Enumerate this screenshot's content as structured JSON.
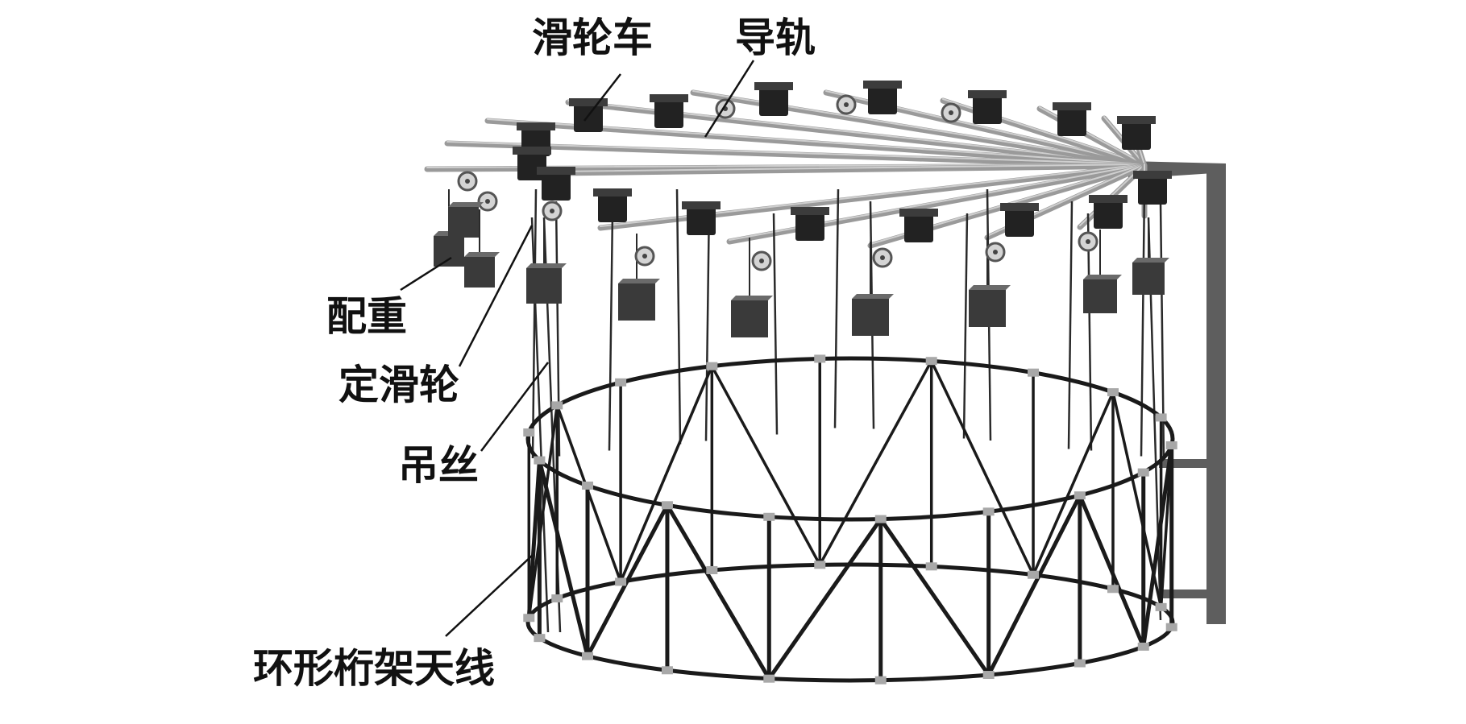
{
  "labels": {
    "pulley_trolley": "滑轮车",
    "guide_rail": "导轨",
    "counterweight": "配重",
    "fixed_pulley": "定滑轮",
    "suspension_wire": "吊丝",
    "ring_truss_antenna": "环形桁架天线"
  },
  "colors": {
    "background": "#ffffff",
    "rail": "#9a9a9a",
    "rail_highlight": "#cfcfcf",
    "trolley": "#222222",
    "weight": "#3a3a3a",
    "truss": "#1a1a1a",
    "truss_node": "#a8a8a8",
    "wire": "#2a2a2a",
    "mast": "#5e5e5e",
    "leader": "#111111"
  },
  "icons": {
    "trolley": "pulley-trolley-icon",
    "weight": "counterweight-block-icon",
    "pulley": "fixed-pulley-icon"
  }
}
